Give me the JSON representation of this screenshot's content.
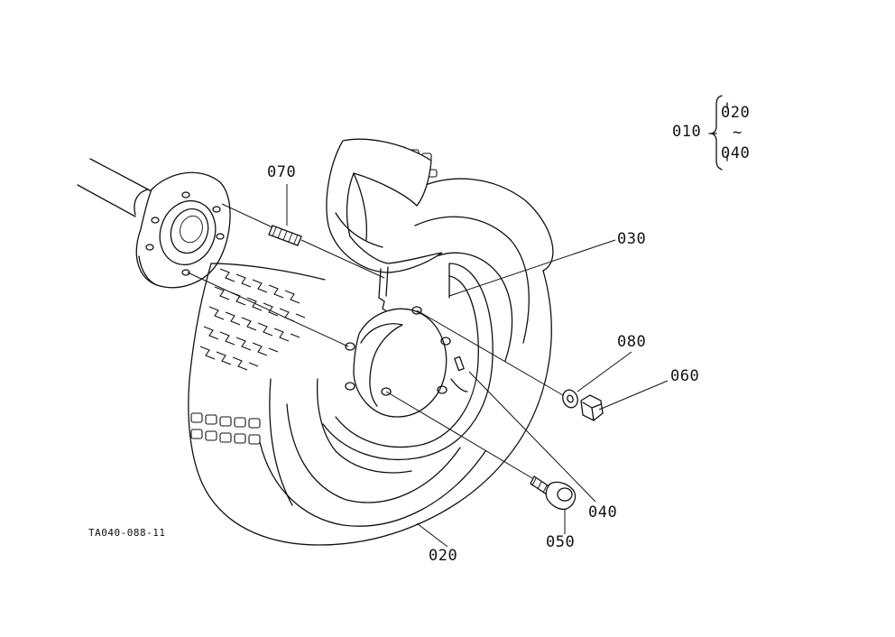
{
  "diagram": {
    "reference_code": "TA040-088-11",
    "assembly": {
      "label": "010",
      "range_start": "020",
      "range_separator": "~",
      "range_end": "040"
    },
    "callouts": [
      {
        "id": "070",
        "text": "070"
      },
      {
        "id": "030",
        "text": "030"
      },
      {
        "id": "080",
        "text": "080"
      },
      {
        "id": "060",
        "text": "060"
      },
      {
        "id": "040",
        "text": "040"
      },
      {
        "id": "050",
        "text": "050"
      },
      {
        "id": "020",
        "text": "020"
      }
    ]
  }
}
